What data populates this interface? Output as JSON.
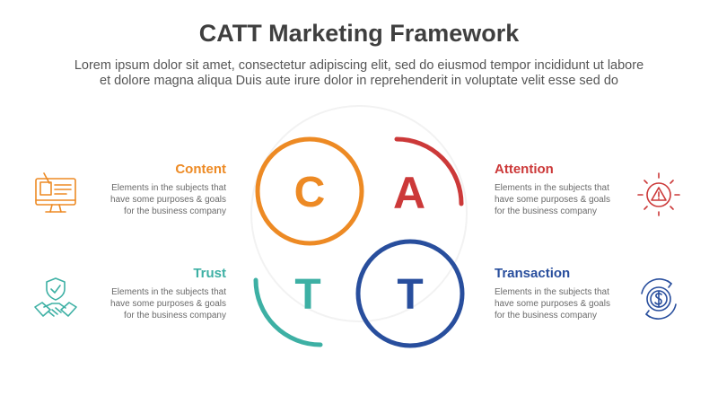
{
  "header": {
    "title": "CATT Marketing Framework",
    "subtitle_lines": [
      "Lorem ipsum dolor sit amet, consectetur adipiscing elit, sed do eiusmod tempor incididunt ut labore",
      "et dolore magna aliqua Duis aute irure dolor in reprehenderit in voluptate velit esse sed do"
    ]
  },
  "colors": {
    "content": "#ED8A24",
    "attention": "#CC3939",
    "trust": "#3DB0A4",
    "transaction": "#284E9D"
  },
  "items": [
    {
      "key": "content",
      "letter": "C",
      "heading": "Content",
      "body_lines": [
        "Elements in the subjects that",
        "have  some purposes & goals",
        "for the  business company"
      ],
      "icon": "computer-monitor-icon"
    },
    {
      "key": "attention",
      "letter": "A",
      "heading": "Attention",
      "body_lines": [
        "Elements in the subjects that",
        "have  some purposes & goals",
        "for the  business company"
      ],
      "icon": "warning-alert-icon"
    },
    {
      "key": "trust",
      "letter": "T",
      "heading": "Trust",
      "body_lines": [
        "Elements in the subjects that",
        "have  some purposes & goals",
        "for the  business company"
      ],
      "icon": "handshake-shield-icon"
    },
    {
      "key": "transaction",
      "letter": "T",
      "heading": "Transaction",
      "body_lines": [
        "Elements in the subjects that",
        "have  some purposes & goals",
        "for the  business company"
      ],
      "icon": "dollar-cycle-icon"
    }
  ]
}
